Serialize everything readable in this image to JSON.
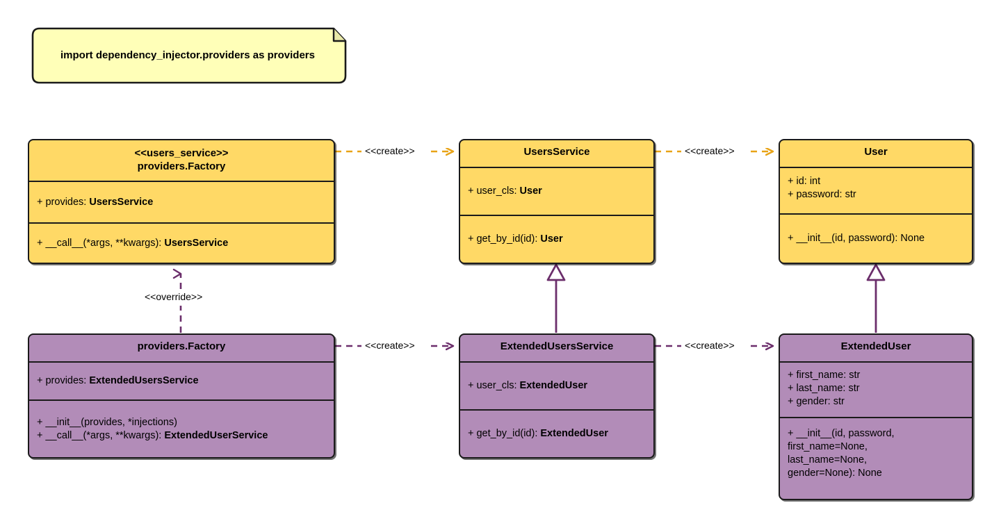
{
  "diagram": {
    "type": "uml-class-diagram",
    "background": "#ffffff",
    "colors": {
      "yellow_fill": "#FFD966",
      "purple_fill": "#B28CB8",
      "note_fill": "#FFFFB8",
      "outline": "#1a1a1a",
      "yellow_edge": "#E8A317",
      "purple_edge": "#6B2E6B"
    }
  },
  "note": {
    "text": "import dependency_injector.providers as providers"
  },
  "nodes": {
    "users_service_factory": {
      "stereotype": "<<users_service>>",
      "title": "providers.Factory",
      "attributes": [
        {
          "prefix": "+ provides: ",
          "type": "UsersService"
        }
      ],
      "methods": [
        {
          "prefix": "+ __call__(*args, **kwargs): ",
          "type": "UsersService"
        }
      ]
    },
    "users_service": {
      "title": "UsersService",
      "attributes": [
        {
          "prefix": "+ user_cls: ",
          "type": "User"
        }
      ],
      "methods": [
        {
          "prefix": "+ get_by_id(id): ",
          "type": "User"
        }
      ]
    },
    "user": {
      "title": "User",
      "attributes": [
        {
          "prefix": "+ id: int",
          "type": ""
        },
        {
          "prefix": "+ password: str",
          "type": ""
        }
      ],
      "methods": [
        {
          "prefix": "+ __init__(id, password): None",
          "type": ""
        }
      ]
    },
    "extended_factory": {
      "title": "providers.Factory",
      "attributes": [
        {
          "prefix": "+ provides: ",
          "type": "ExtendedUsersService"
        }
      ],
      "methods": [
        {
          "prefix": "+ __init__(provides, *injections)",
          "type": ""
        },
        {
          "prefix": "+ __call__(*args, **kwargs): ",
          "type": "ExtendedUserService"
        }
      ]
    },
    "extended_users_service": {
      "title": "ExtendedUsersService",
      "attributes": [
        {
          "prefix": "+ user_cls: ",
          "type": "ExtendedUser"
        }
      ],
      "methods": [
        {
          "prefix": "+ get_by_id(id): ",
          "type": "ExtendedUser"
        }
      ]
    },
    "extended_user": {
      "title": "ExtendedUser",
      "attributes": [
        {
          "prefix": "+ first_name: str",
          "type": ""
        },
        {
          "prefix": "+ last_name: str",
          "type": ""
        },
        {
          "prefix": "+ gender: str",
          "type": ""
        }
      ],
      "methods": [
        {
          "prefix": "+ __init__(id, password,\nfirst_name=None,\nlast_name=None,\ngender=None): None",
          "type": ""
        }
      ]
    }
  },
  "edges": {
    "create_top_left": {
      "label": "<<create>>",
      "style": "dashed",
      "arrow": "open",
      "color": "#E8A317"
    },
    "create_top_right": {
      "label": "<<create>>",
      "style": "dashed",
      "arrow": "open",
      "color": "#E8A317"
    },
    "create_bottom_left": {
      "label": "<<create>>",
      "style": "dashed",
      "arrow": "open",
      "color": "#6B2E6B"
    },
    "create_bottom_right": {
      "label": "<<create>>",
      "style": "dashed",
      "arrow": "open",
      "color": "#6B2E6B"
    },
    "override": {
      "label": "<<override>>",
      "style": "dashed",
      "arrow": "open",
      "color": "#6B2E6B"
    },
    "inherit_service": {
      "label": "",
      "style": "solid",
      "arrow": "hollow-triangle",
      "color": "#6B2E6B"
    },
    "inherit_user": {
      "label": "",
      "style": "solid",
      "arrow": "hollow-triangle",
      "color": "#6B2E6B"
    }
  }
}
